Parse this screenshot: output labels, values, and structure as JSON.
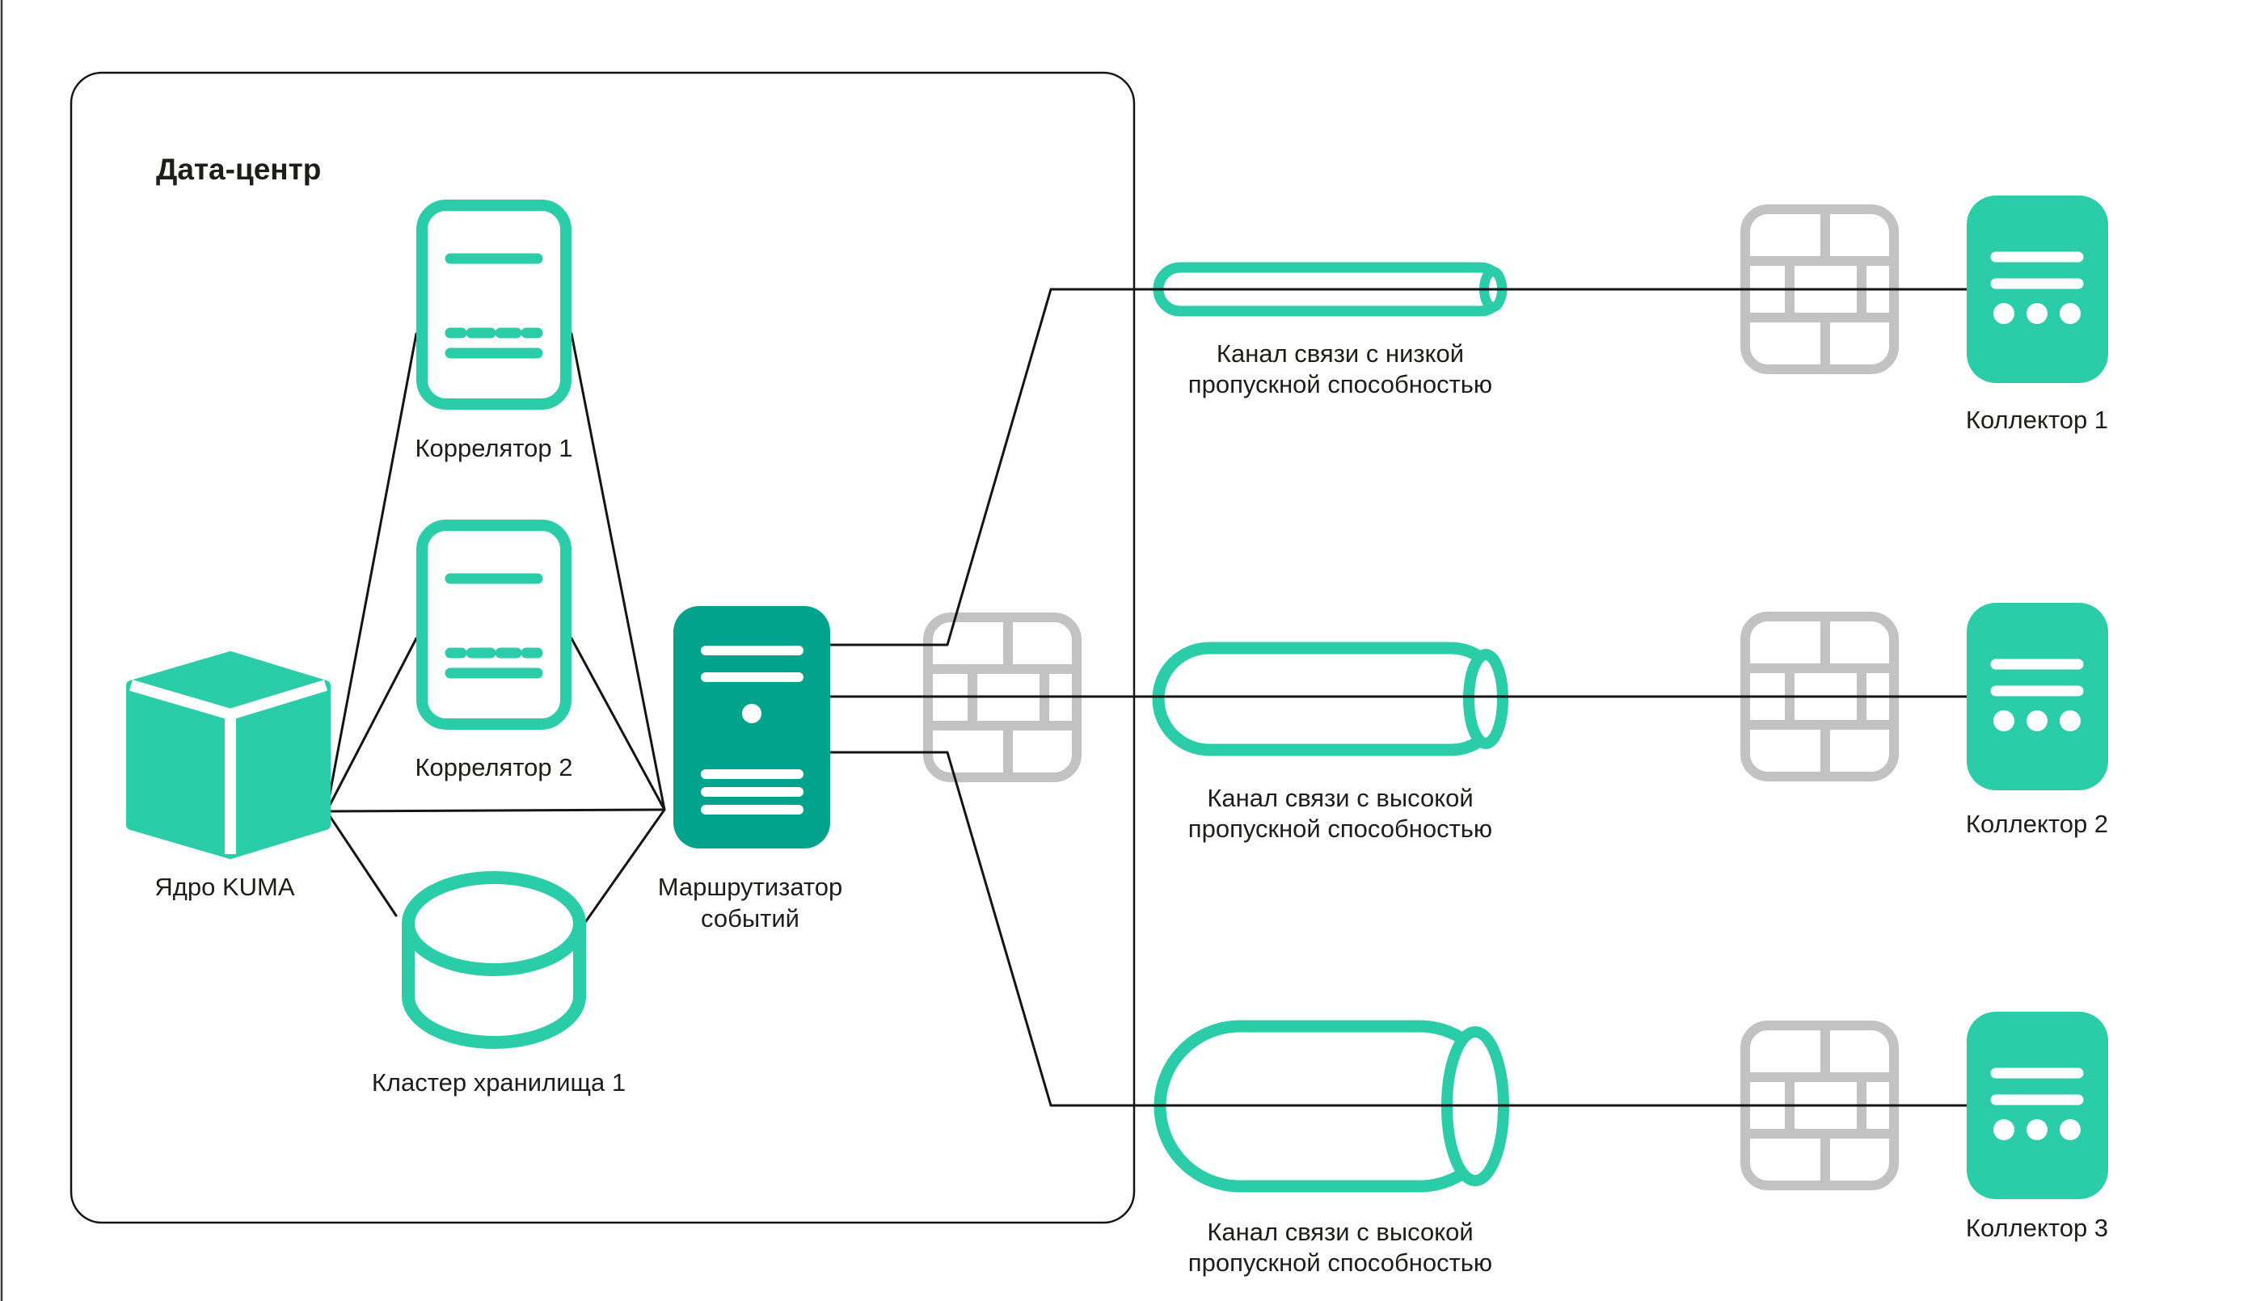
{
  "colors": {
    "teal": "#2BCCA8",
    "teal_dark": "#02A38C",
    "gray": "#C2C2C2",
    "line": "#141414",
    "text": "#1D1D1B",
    "bg": "#FFFFFF"
  },
  "datacenter": {
    "label": "Дата-центр"
  },
  "nodes": {
    "kuma_core": {
      "label": "Ядро KUMA",
      "icon": "cube-3d-icon"
    },
    "correlator_1": {
      "label": "Коррелятор 1",
      "icon": "server-card-outline-icon"
    },
    "correlator_2": {
      "label": "Коррелятор 2",
      "icon": "server-card-outline-icon"
    },
    "storage_cluster": {
      "label": "Кластер хранилища 1",
      "icon": "database-cylinder-icon"
    },
    "event_router": {
      "label_line_1": "Маршрутизатор",
      "label_line_2": "событий",
      "icon": "server-tower-icon"
    },
    "collector_1": {
      "label": "Коллектор 1",
      "icon": "collector-card-icon"
    },
    "collector_2": {
      "label": "Коллектор 2",
      "icon": "collector-card-icon"
    },
    "collector_3": {
      "label": "Коллектор 3",
      "icon": "collector-card-icon"
    }
  },
  "firewalls": {
    "icon": "firewall-brick-wall-icon",
    "count": 4
  },
  "channels": {
    "channel_1": {
      "bandwidth": "low",
      "label_line_1": "Канал связи с низкой",
      "label_line_2": "пропускной способностью",
      "icon": "pipe-cylinder-icon"
    },
    "channel_2": {
      "bandwidth": "high",
      "label_line_1": "Канал связи с высокой",
      "label_line_2": "пропускной способностью",
      "icon": "pipe-cylinder-icon"
    },
    "channel_3": {
      "bandwidth": "high",
      "label_line_1": "Канал связи с высокой",
      "label_line_2": "пропускной способностью",
      "icon": "pipe-cylinder-icon"
    }
  }
}
